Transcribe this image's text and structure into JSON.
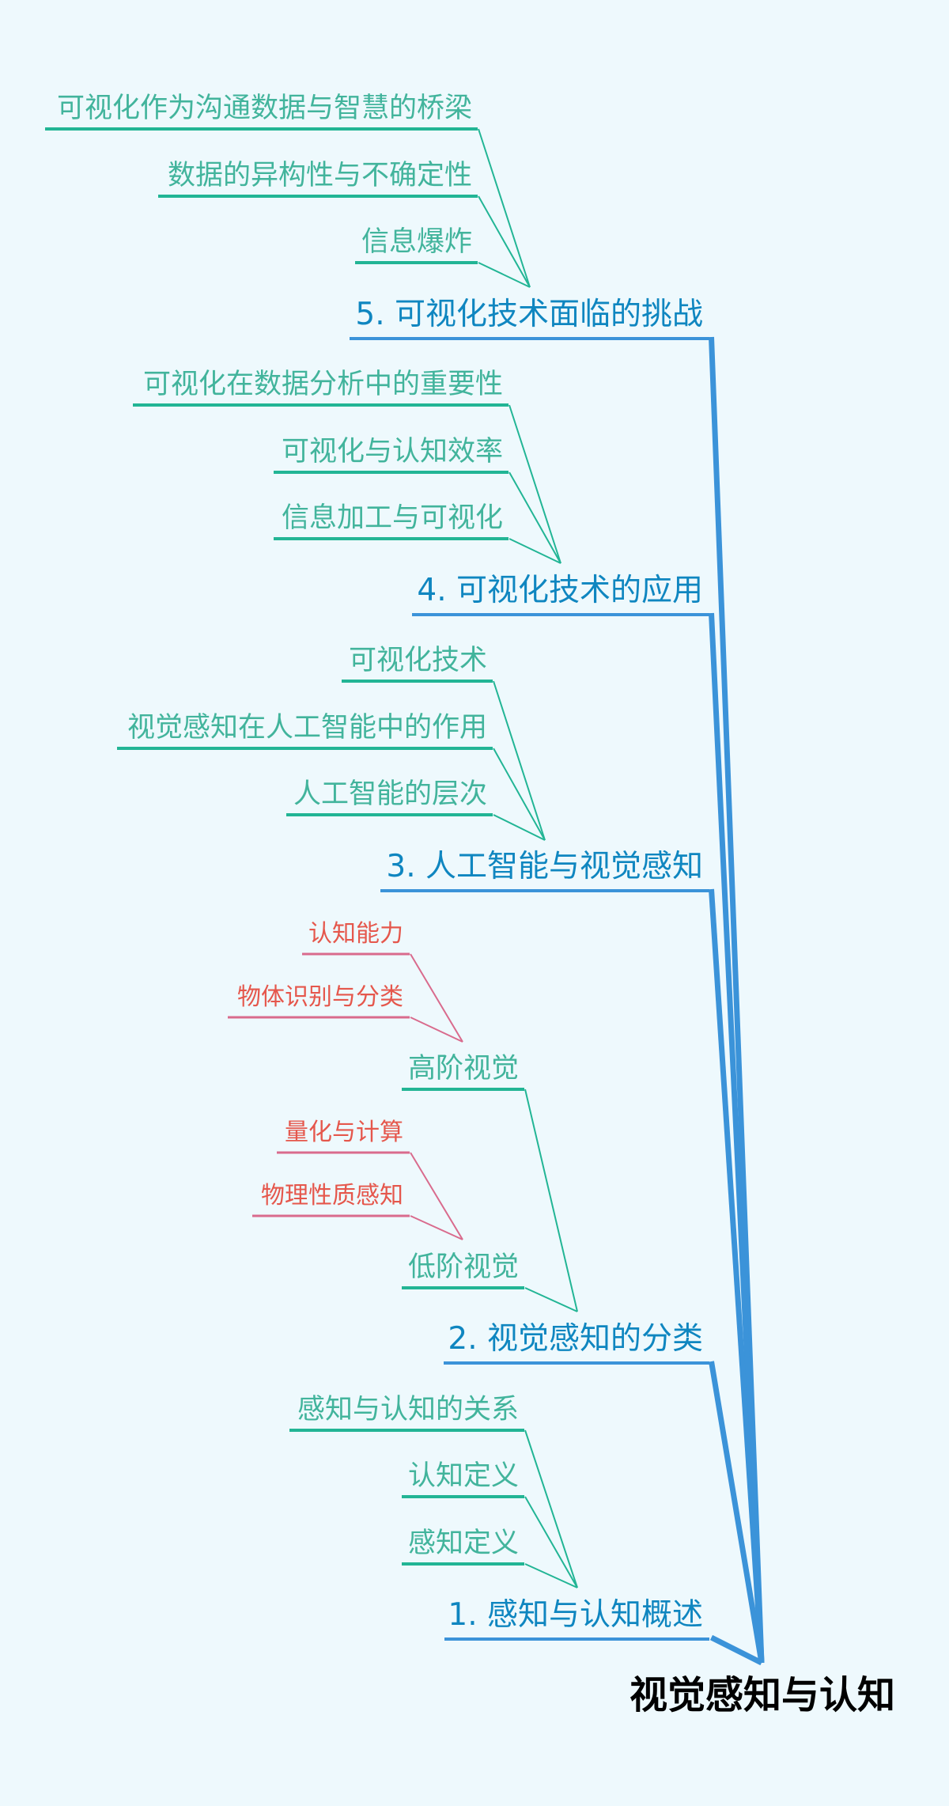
{
  "root": {
    "label": "视觉感知与认知"
  },
  "branches": [
    {
      "label": "1. 感知与认知概述",
      "children": [
        {
          "label": "感知定义"
        },
        {
          "label": "认知定义"
        },
        {
          "label": "感知与认知的关系"
        }
      ]
    },
    {
      "label": "2. 视觉感知的分类",
      "children": [
        {
          "label": "低阶视觉",
          "children": [
            {
              "label": "物理性质感知"
            },
            {
              "label": "量化与计算"
            }
          ]
        },
        {
          "label": "高阶视觉",
          "children": [
            {
              "label": "物体识别与分类"
            },
            {
              "label": "认知能力"
            }
          ]
        }
      ]
    },
    {
      "label": "3. 人工智能与视觉感知",
      "children": [
        {
          "label": "人工智能的层次"
        },
        {
          "label": "视觉感知在人工智能中的作用"
        },
        {
          "label": "可视化技术"
        }
      ]
    },
    {
      "label": "4. 可视化技术的应用",
      "children": [
        {
          "label": "信息加工与可视化"
        },
        {
          "label": "可视化与认知效率"
        },
        {
          "label": "可视化在数据分析中的重要性"
        }
      ]
    },
    {
      "label": "5. 可视化技术面临的挑战",
      "children": [
        {
          "label": "信息爆炸"
        },
        {
          "label": "数据的异构性与不确定性"
        },
        {
          "label": "可视化作为沟通数据与智慧的桥梁"
        }
      ]
    }
  ],
  "theme": {
    "background": "#eef9fd",
    "root_text": "#000000",
    "branch_text": "#0f86c0",
    "branch_line": "#3b93d9",
    "subtopic_text": "#42b49c",
    "subtopic_line": "#22b595",
    "detail_text": "#e5574c",
    "detail_line": "#d96b8d"
  }
}
